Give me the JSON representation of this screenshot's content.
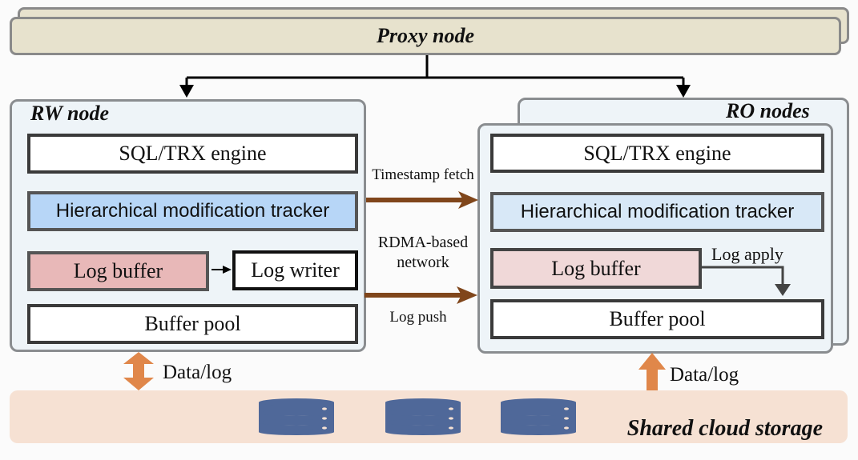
{
  "proxy": {
    "title": "Proxy node"
  },
  "rw_node": {
    "title": "RW node",
    "components": {
      "sql_engine": "SQL/TRX engine",
      "tracker": "Hierarchical modification tracker",
      "log_buffer": "Log buffer",
      "log_writer": "Log writer",
      "buffer_pool": "Buffer pool"
    }
  },
  "ro_nodes": {
    "title": "RO nodes",
    "components": {
      "sql_engine": "SQL/TRX engine",
      "tracker": "Hierarchical modification tracker",
      "log_buffer": "Log buffer",
      "buffer_pool": "Buffer pool",
      "log_apply": "Log apply"
    }
  },
  "network": {
    "timestamp_fetch": "Timestamp fetch",
    "rdma_line1": "RDMA-based",
    "rdma_line2": "network",
    "log_push": "Log push"
  },
  "storage": {
    "title": "Shared cloud storage",
    "rw_link": "Data/log",
    "ro_link": "Data/log",
    "disk_icons": [
      "database-icon",
      "database-icon",
      "database-icon"
    ]
  },
  "colors": {
    "proxy_fill": "#e7e2cd",
    "node_fill": "#eef4f8",
    "tracker_fill": "#b7d6f7",
    "log_buffer_fill": "#e8b8b8",
    "network_arrow": "#80461b",
    "storage_arrow": "#e0874a",
    "storage_fill": "#f6e1d3",
    "disk": "#4f6899"
  }
}
